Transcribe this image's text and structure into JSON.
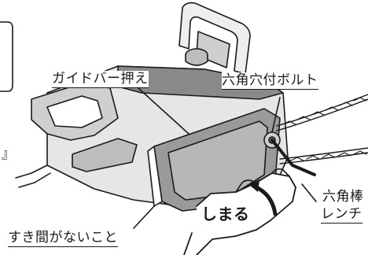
{
  "labels": {
    "guide_bar_holder": "ガイドバー押え",
    "hex_bolt": "六角穴付ボルト",
    "hex_wrench_line1": "六角棒",
    "hex_wrench_line2": "レンチ",
    "tighten": "しまる",
    "no_gap": "すき間がないこと",
    "edge_fragment": "』"
  },
  "colors": {
    "line": "#1a1a1a",
    "body_fill": "#d9d9d9",
    "dark_fill": "#6e6e6e",
    "cover_fill": "#9a9a9a",
    "arrow": "#1a1a1a"
  }
}
